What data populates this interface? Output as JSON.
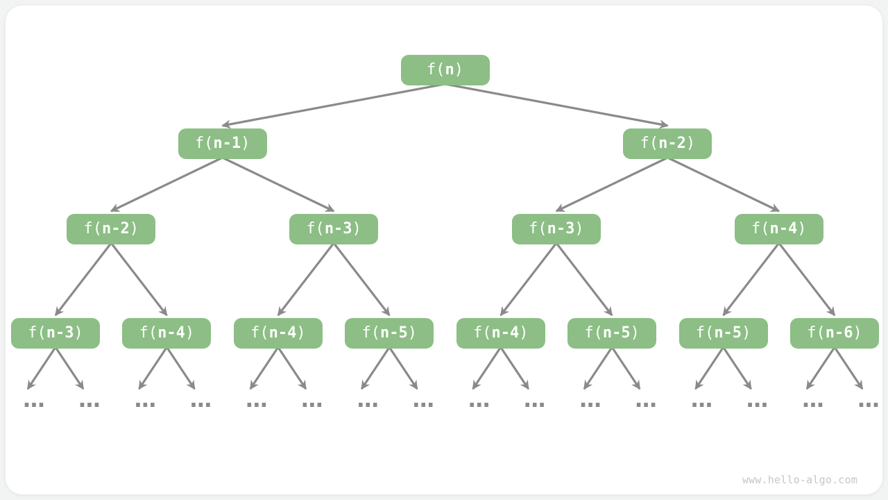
{
  "colors": {
    "canvas_bg": "#f2f3f3",
    "card_bg": "#ffffff",
    "node_fill": "#8cbe85",
    "node_text": "#ffffff",
    "arrow": "#8a8a8a",
    "leaf_dots": "#8c8c8c",
    "watermark_text": "#c6c6c6"
  },
  "watermark": {
    "text": "www.hello-algo.com"
  },
  "tree": {
    "node_label_template": {
      "fn": "f(",
      "close": ")"
    },
    "branching": 2,
    "levels": [
      {
        "args": [
          "n"
        ]
      },
      {
        "args": [
          "n-1",
          "n-2"
        ]
      },
      {
        "args": [
          "n-2",
          "n-3",
          "n-3",
          "n-4"
        ]
      },
      {
        "args": [
          "n-3",
          "n-4",
          "n-4",
          "n-5",
          "n-4",
          "n-5",
          "n-5",
          "n-6"
        ]
      }
    ],
    "leaf_label": "...",
    "leaves_per_bottom_node": 2
  }
}
